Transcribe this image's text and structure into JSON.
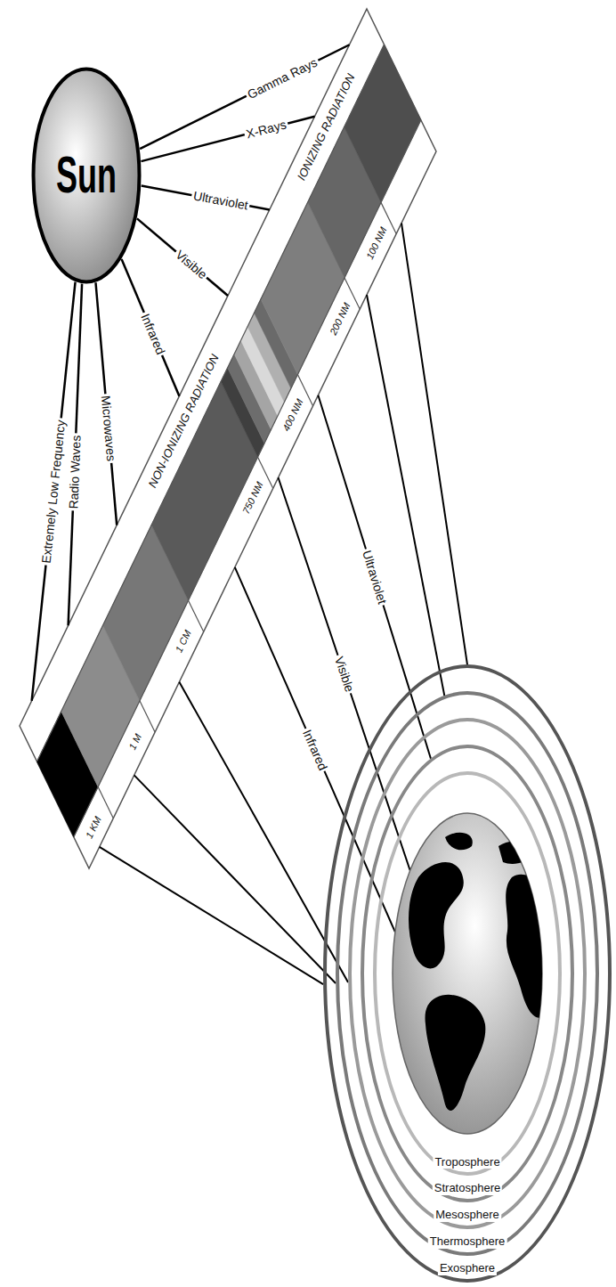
{
  "diagram": {
    "nodes": [
      {
        "text": [
          "Sun"
        ]
      },
      {
        "text": [
          "Exosphere"
        ]
      },
      {
        "text": [
          "Thermosphere"
        ],
        "in": 1
      },
      {
        "text": [
          "Mesosphere"
        ],
        "in": 2
      },
      {
        "text": [
          "Stratosphere"
        ],
        "in": 3
      },
      {
        "text": [
          "Troposphere"
        ],
        "in": 4
      }
    ],
    "labels": [
      "Gamma Rays",
      "X-Rays",
      "Ultraviolet",
      "Visible",
      "Infrared",
      "Microwaves",
      "Radio Waves",
      "Extremely Low Frequency",
      "IONIZING RADIATION",
      "NON-IONIZING RADIATION",
      "100 NM",
      "200 NM",
      "400 NM",
      "750 NM",
      "1 CM",
      "1 M",
      "1 KM",
      "Ultraviolet",
      "Visible",
      "Infrared"
    ]
  }
}
